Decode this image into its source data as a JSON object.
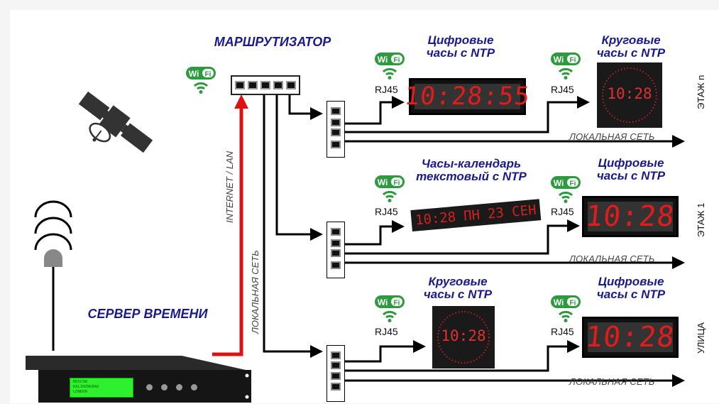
{
  "router": {
    "title": "МАРШРУТИЗАТОР",
    "ports": 5
  },
  "server": {
    "title": "СЕРВЕР ВРЕМЕНИ",
    "lcd_lines": [
      "MOSCOW",
      "KALININGRAD",
      "LONDON"
    ],
    "buttons": 4
  },
  "links": {
    "internet": "INTERNET / LAN",
    "local_vertical": "ЛОКАЛЬНАЯ СЕТЬ",
    "local_network": "ЛОКАЛЬНАЯ СЕТЬ",
    "rj45": "RJ45",
    "wifi": "Wi Fi"
  },
  "colors": {
    "title_blue": "#1a1a8c",
    "wifi_green": "#2e9a3e",
    "display_red": "#e21b1b",
    "uplink_red": "#e01010",
    "lcd_green": "#2ef02e"
  },
  "floors": [
    {
      "label": "ЭТАЖ n",
      "devices": [
        {
          "title_line1": "Цифровые",
          "title_line2": "часы с NTP",
          "type": "digital",
          "time": "10:28:55"
        },
        {
          "title_line1": "Круговые",
          "title_line2": "часы с NTP",
          "type": "round",
          "time": "10:28"
        }
      ]
    },
    {
      "label": "ЭТАЖ 1",
      "devices": [
        {
          "title_line1": "Часы-календарь",
          "title_line2": "текстовый с NTP",
          "type": "calendar",
          "time": "10:28",
          "day": "ПН",
          "date": "23 СЕН"
        },
        {
          "title_line1": "Цифровые",
          "title_line2": "часы с NTP",
          "type": "digital",
          "time": "10:28"
        }
      ]
    },
    {
      "label": "УЛИЦА",
      "devices": [
        {
          "title_line1": "Круговые",
          "title_line2": "часы с NTP",
          "type": "round",
          "time": "10:28"
        },
        {
          "title_line1": "Цифровые",
          "title_line2": "часы с NTP",
          "type": "digital",
          "time": "10:28"
        }
      ]
    }
  ]
}
